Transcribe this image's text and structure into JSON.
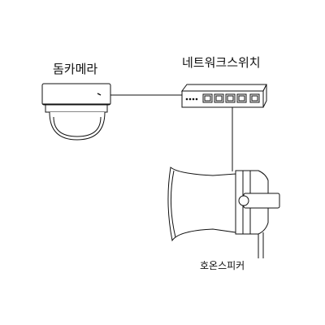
{
  "labels": {
    "camera": "돔카메라",
    "switch": "네트워크스위치",
    "speaker": "호온스피커"
  },
  "icons": {
    "camera": "dome-camera-icon",
    "switch": "network-switch-icon",
    "speaker": "horn-speaker-icon"
  },
  "colors": {
    "line": "#111111",
    "background": "#ffffff"
  }
}
